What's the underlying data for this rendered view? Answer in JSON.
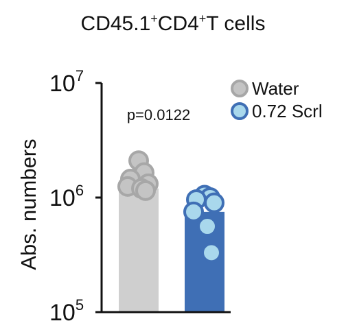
{
  "chart_data": {
    "type": "bar",
    "title": {
      "parts": [
        {
          "text": "CD45.1",
          "sup": false
        },
        {
          "text": "+",
          "sup": true
        },
        {
          "text": "CD4",
          "sup": false
        },
        {
          "text": "+",
          "sup": true
        },
        {
          "text": "T cells",
          "sup": false
        }
      ]
    },
    "ylabel": "Abs. numbers",
    "yscale": "log",
    "ylim": [
      100000,
      10000000
    ],
    "yticks": [
      {
        "value": 100000,
        "base": "10",
        "exp": "5"
      },
      {
        "value": 1000000,
        "base": "10",
        "exp": "6"
      },
      {
        "value": 10000000,
        "base": "10",
        "exp": "7"
      }
    ],
    "annotation": "p=0.0122",
    "legend": {
      "position": "top-right",
      "entries": [
        {
          "name": "Water",
          "color": "#bdbdbd"
        },
        {
          "name": "0.72 Scrl",
          "color": "#3f6fb5"
        }
      ]
    },
    "series": [
      {
        "name": "Water",
        "value": 1200000,
        "bar_color": "#cfcfcf",
        "point_fill": "#c4c4c4",
        "point_stroke": "#a7a7a7",
        "points": [
          2100000,
          1650000,
          1450000,
          1320000,
          1250000,
          1200000,
          1150000
        ]
      },
      {
        "name": "0.72 Scrl",
        "value": 750000,
        "bar_color": "#3f6fb5",
        "point_fill": "#a9d8ec",
        "point_stroke": "#3f6fb5",
        "points": [
          1050000,
          1000000,
          960000,
          900000,
          750000,
          560000,
          330000
        ]
      }
    ]
  }
}
